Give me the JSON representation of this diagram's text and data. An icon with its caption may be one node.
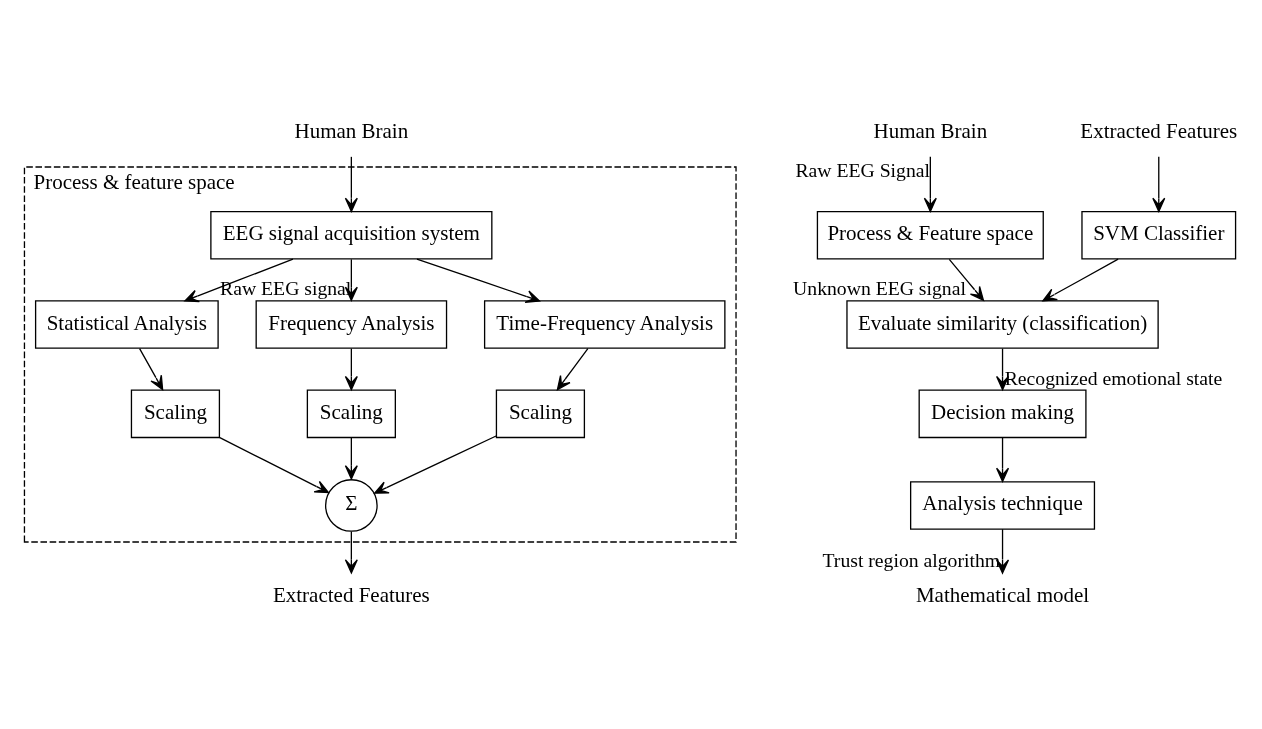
{
  "diagram": {
    "nodes": [
      {
        "text": [
          "Human Brain"
        ]
      },
      {
        "text": [
          "Process & feature space"
        ]
      },
      {
        "text": [
          "EEG signal acquisition system"
        ],
        "in": 1
      },
      {
        "text": [
          "Statistical Analysis"
        ],
        "in": 1
      },
      {
        "text": [
          "Frequency Analysis"
        ],
        "in": 1
      },
      {
        "text": [
          "Time-Frequency Analysis"
        ],
        "in": 1
      },
      {
        "text": [
          "Scaling"
        ],
        "in": 1
      },
      {
        "text": [
          "Scaling"
        ],
        "in": 1
      },
      {
        "text": [
          "Scaling"
        ],
        "in": 1
      },
      {
        "text": [
          "Σ"
        ],
        "in": 1
      },
      {
        "text": [
          "Extracted Features"
        ]
      },
      {
        "text": [
          "Human Brain"
        ]
      },
      {
        "text": [
          "Extracted Features"
        ]
      },
      {
        "text": [
          "Process & Feature space"
        ]
      },
      {
        "text": [
          "SVM Classifier"
        ]
      },
      {
        "text": [
          "Evaluate similarity (classification)"
        ]
      },
      {
        "text": [
          "Decision making"
        ]
      },
      {
        "text": [
          "Analysis technique"
        ]
      },
      {
        "text": [
          "Mathematical model"
        ]
      }
    ],
    "edges": [
      {
        "from": 0,
        "to": 2,
        "arrow": "to"
      },
      {
        "from": 2,
        "to": 3,
        "arrow": "to"
      },
      {
        "from": 2,
        "to": 4,
        "arrow": "to",
        "label": "Raw EEG signal"
      },
      {
        "from": 2,
        "to": 5,
        "arrow": "to"
      },
      {
        "from": 3,
        "to": 6,
        "arrow": "to"
      },
      {
        "from": 4,
        "to": 7,
        "arrow": "to"
      },
      {
        "from": 5,
        "to": 8,
        "arrow": "to"
      },
      {
        "from": 6,
        "to": 9,
        "arrow": "to"
      },
      {
        "from": 7,
        "to": 9,
        "arrow": "to"
      },
      {
        "from": 8,
        "to": 9,
        "arrow": "to"
      },
      {
        "from": 9,
        "to": 10,
        "arrow": "to"
      },
      {
        "from": 11,
        "to": 13,
        "arrow": "to",
        "label": "Raw EEG Signal"
      },
      {
        "from": 12,
        "to": 14,
        "arrow": "to"
      },
      {
        "from": 13,
        "to": 15,
        "arrow": "to",
        "label": "Unknown EEG signal"
      },
      {
        "from": 14,
        "to": 15,
        "arrow": "to"
      },
      {
        "from": 15,
        "to": 16,
        "arrow": "to",
        "label": "Recognized emotional state"
      },
      {
        "from": 16,
        "to": 17,
        "arrow": "to"
      },
      {
        "from": 17,
        "to": 18,
        "arrow": "to",
        "label": "Trust region algorithm"
      }
    ]
  }
}
